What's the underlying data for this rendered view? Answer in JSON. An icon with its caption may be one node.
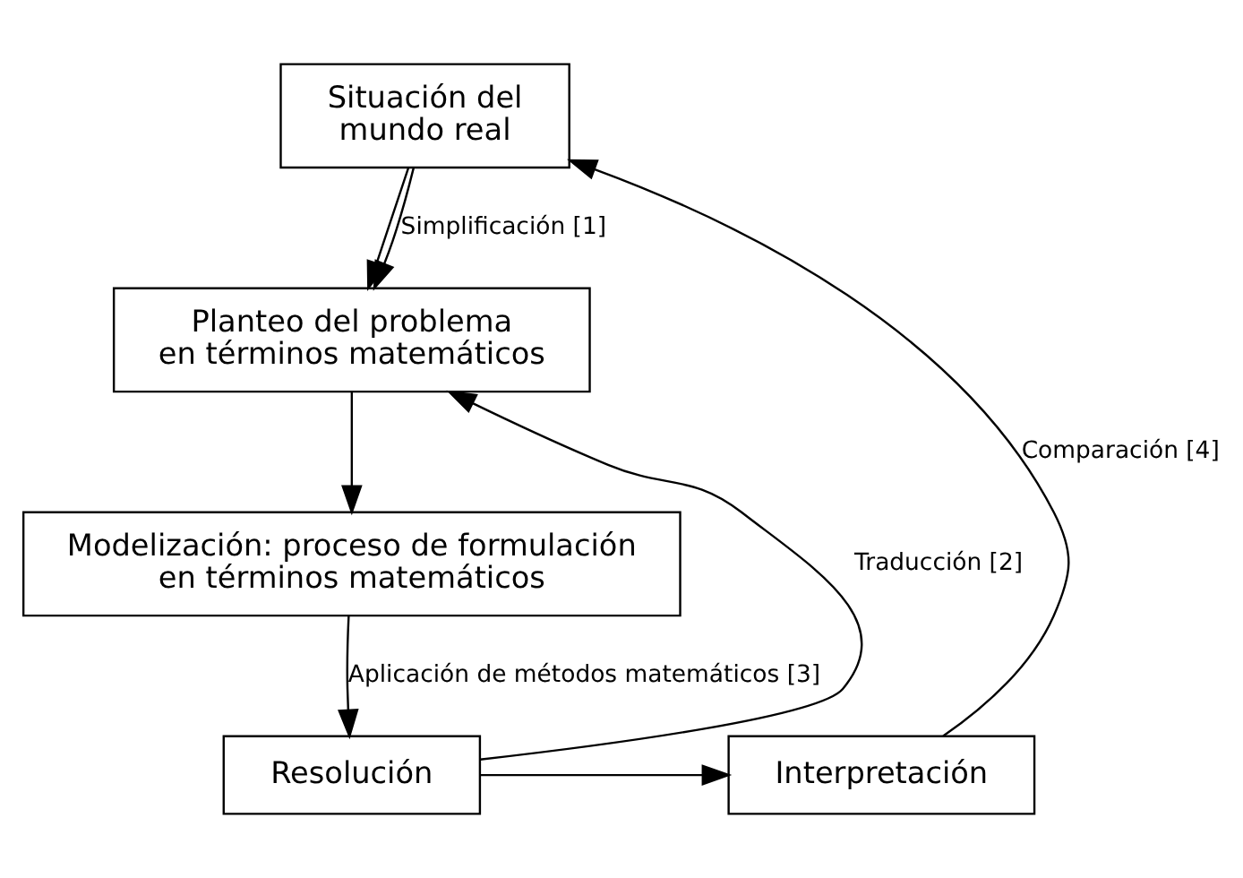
{
  "diagram": {
    "nodes": [
      {
        "text": [
          "Situación del mundo real"
        ]
      },
      {
        "text": [
          "Planteo del problema en términos matemáticos"
        ]
      },
      {
        "text": [
          "Modelización: proceso de formulación en términos matemáticos"
        ]
      },
      {
        "text": [
          "Resolución"
        ]
      },
      {
        "text": [
          "Interpretación"
        ]
      }
    ],
    "edges": [
      {
        "from": 0,
        "to": 1,
        "arrow": "to"
      },
      {
        "from": 0,
        "to": 1,
        "arrow": "to",
        "label": "Simplificación [1]"
      },
      {
        "from": 1,
        "to": 2,
        "arrow": "to"
      },
      {
        "from": 2,
        "to": 3,
        "arrow": "to",
        "label": "Aplicación de métodos matemáticos [3]"
      },
      {
        "from": 3,
        "to": 1,
        "arrow": "to",
        "label": "Traducción [2]"
      },
      {
        "from": 3,
        "to": 4,
        "arrow": "to"
      },
      {
        "from": 4,
        "to": 0,
        "arrow": "to",
        "label": "Comparación [4]"
      }
    ]
  }
}
